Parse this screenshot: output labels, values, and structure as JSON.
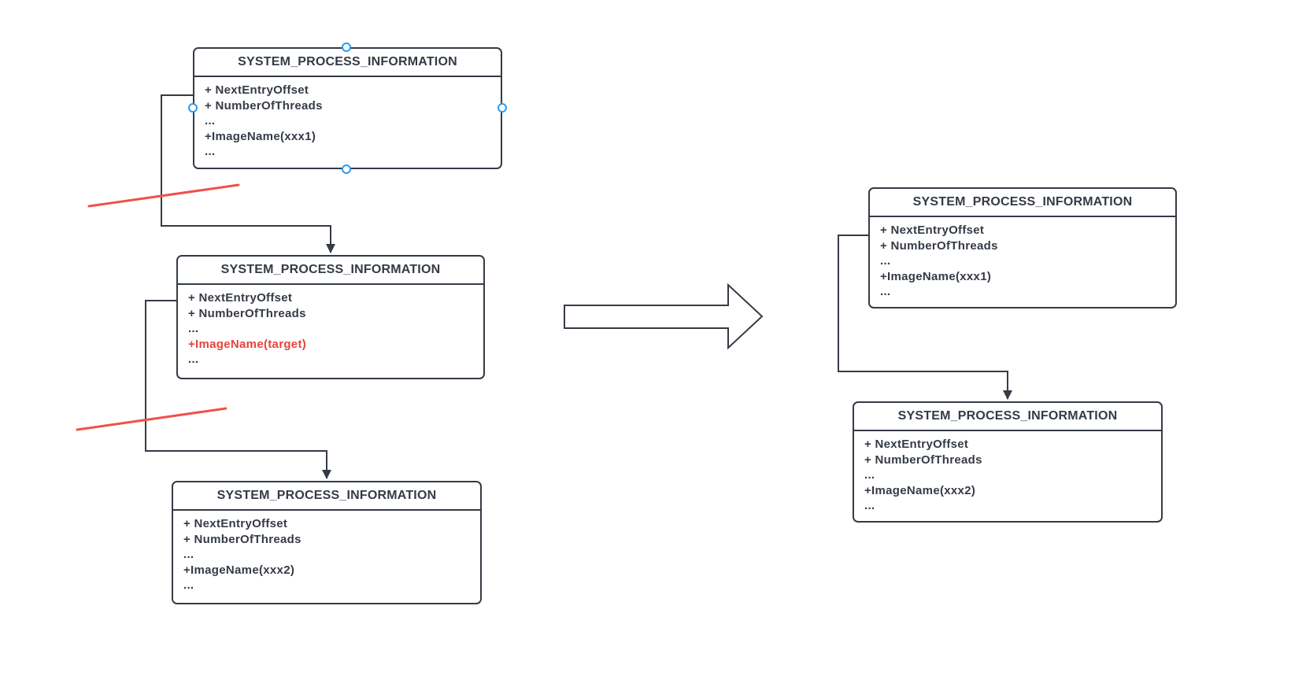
{
  "diagram": {
    "description_colors": {
      "stroke": "#353b45",
      "text": "#353b45",
      "highlight_red_text": "#e8423d",
      "cut_line_red": "#f0504b",
      "selection_handle_blue": "#2e9bf0",
      "background": "#ffffff"
    },
    "boxes": [
      {
        "id": "left-top",
        "title": "SYSTEM_PROCESS_INFORMATION",
        "fields": [
          "+ NextEntryOffset",
          "+ NumberOfThreads",
          "...",
          "+ImageName(xxx1)",
          "..."
        ]
      },
      {
        "id": "left-middle",
        "title": "SYSTEM_PROCESS_INFORMATION",
        "fields": [
          "+ NextEntryOffset",
          "+ NumberOfThreads",
          "...",
          "+ImageName(target)",
          "..."
        ],
        "highlight_field_index": 3
      },
      {
        "id": "left-bottom",
        "title": "SYSTEM_PROCESS_INFORMATION",
        "fields": [
          "+ NextEntryOffset",
          "+ NumberOfThreads",
          "...",
          "+ImageName(xxx2)",
          "..."
        ]
      },
      {
        "id": "right-top",
        "title": "SYSTEM_PROCESS_INFORMATION",
        "fields": [
          "+ NextEntryOffset",
          "+ NumberOfThreads",
          "...",
          "+ImageName(xxx1)",
          "..."
        ]
      },
      {
        "id": "right-bottom",
        "title": "SYSTEM_PROCESS_INFORMATION",
        "fields": [
          "+ NextEntryOffset",
          "+ NumberOfThreads",
          "...",
          "+ImageName(xxx2)",
          "..."
        ]
      }
    ]
  }
}
